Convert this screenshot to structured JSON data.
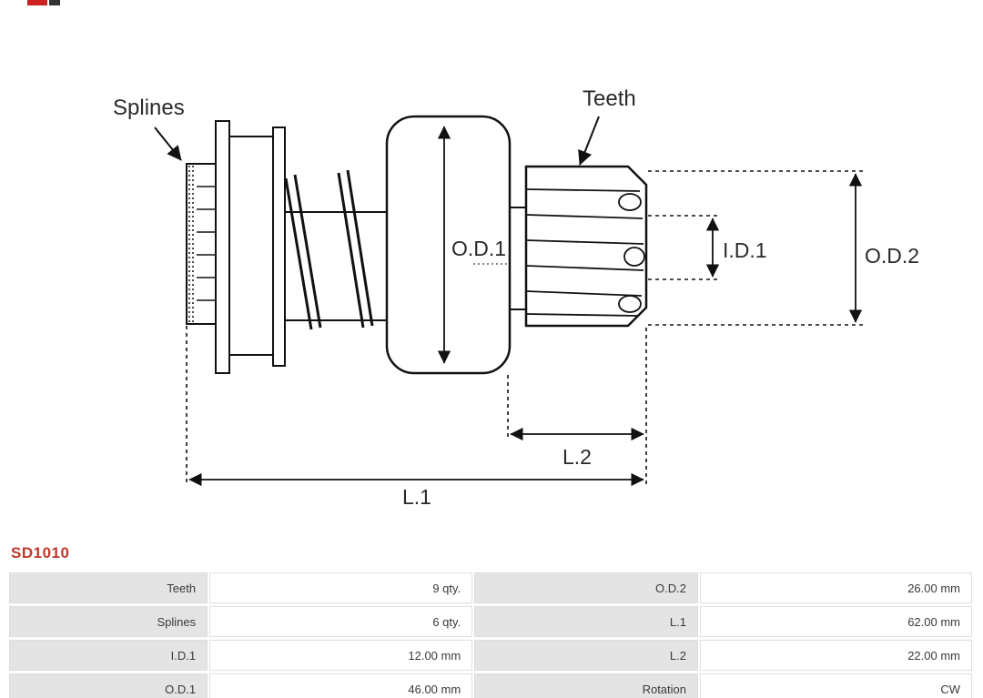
{
  "part_number": "SD1010",
  "diagram": {
    "labels": {
      "splines": "Splines",
      "teeth": "Teeth",
      "od1": "O.D.1",
      "id1": "I.D.1",
      "od2": "O.D.2",
      "l2": "L.2",
      "l1": "L.1"
    }
  },
  "specs": {
    "rows": [
      {
        "label1": "Teeth",
        "value1": "9 qty.",
        "label2": "O.D.2",
        "value2": "26.00 mm"
      },
      {
        "label1": "Splines",
        "value1": "6 qty.",
        "label2": "L.1",
        "value2": "62.00 mm"
      },
      {
        "label1": "I.D.1",
        "value1": "12.00 mm",
        "label2": "L.2",
        "value2": "22.00 mm"
      },
      {
        "label1": "O.D.1",
        "value1": "46.00 mm",
        "label2": "Rotation",
        "value2": "CW"
      }
    ]
  },
  "colors": {
    "part_number_red": "#c0392b",
    "table_label_bg": "#e4e4e4",
    "line_color": "#111111"
  }
}
